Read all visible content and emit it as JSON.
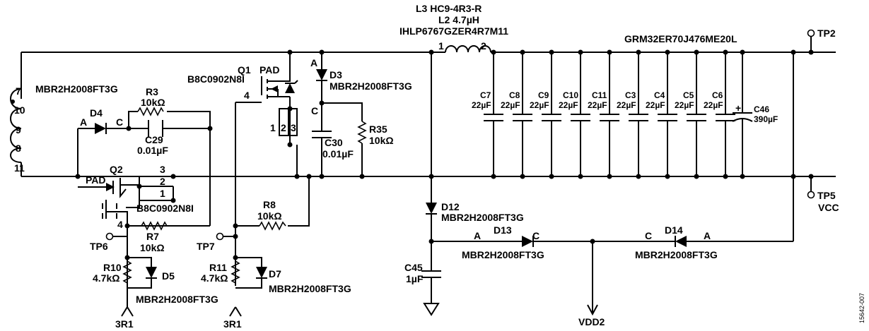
{
  "inductor": {
    "ref": "L3 HC9-4R3-R",
    "l2": "L2 4.7µH",
    "part": "IHLP6767GZER4R7M11",
    "pin1": "1",
    "pin2": "2"
  },
  "output_cap_part": "GRM32ER70J476ME20L",
  "test_points": {
    "tp2": "TP2",
    "tp5": "TP5",
    "vcc": "VCC",
    "tp6": "TP6",
    "tp7": "TP7"
  },
  "transformer": {
    "pins": [
      "7",
      "10",
      "9",
      "8",
      "11"
    ]
  },
  "schottky_part": "MBR2H2008FT3G",
  "mosfet_part": "B8C0902N8I",
  "q1": {
    "ref": "Q1",
    "pad": "PAD",
    "gate_pin": "4",
    "pins": [
      "1",
      "2",
      "3"
    ]
  },
  "q2": {
    "ref": "Q2",
    "pad": "PAD",
    "pins": [
      "3",
      "2",
      "1",
      "4"
    ]
  },
  "d3": {
    "ref": "D3",
    "a": "A",
    "c": "C"
  },
  "d4": {
    "ref": "D4",
    "a": "A",
    "c": "C"
  },
  "d5": {
    "ref": "D5"
  },
  "d7": {
    "ref": "D7"
  },
  "d12": {
    "ref": "D12"
  },
  "d13": {
    "ref": "D13",
    "a": "A",
    "c": "C"
  },
  "d14": {
    "ref": "D14",
    "a": "A",
    "c": "C"
  },
  "r3": {
    "ref": "R3",
    "value": "10kΩ"
  },
  "r7": {
    "ref": "R7",
    "value": "10kΩ"
  },
  "r8": {
    "ref": "R8",
    "value": "10kΩ"
  },
  "r10": {
    "ref": "R10",
    "value": "4.7kΩ"
  },
  "r11": {
    "ref": "R11",
    "value": "4.7kΩ"
  },
  "r35": {
    "ref": "R35",
    "value": "10kΩ"
  },
  "c29": {
    "ref": "C29",
    "value": "0.01µF"
  },
  "c30": {
    "ref": "C30",
    "value": "0.01µF"
  },
  "c45": {
    "ref": "C45",
    "value": "1µF"
  },
  "c46": {
    "ref": "C46",
    "value": "390µF",
    "plus": "+"
  },
  "cap_bank": [
    {
      "ref": "C7",
      "value": "22µF"
    },
    {
      "ref": "C8",
      "value": "22µF"
    },
    {
      "ref": "C9",
      "value": "22µF"
    },
    {
      "ref": "C10",
      "value": "22µF"
    },
    {
      "ref": "C11",
      "value": "22µF"
    },
    {
      "ref": "C3",
      "value": "22µF"
    },
    {
      "ref": "C4",
      "value": "22µF"
    },
    {
      "ref": "C5",
      "value": "22µF"
    },
    {
      "ref": "C6",
      "value": "22µF"
    }
  ],
  "nets": {
    "vdd2": "VDD2",
    "r1_left": "3R1",
    "r1_right": "3R1"
  },
  "figure_id": "15642-007"
}
